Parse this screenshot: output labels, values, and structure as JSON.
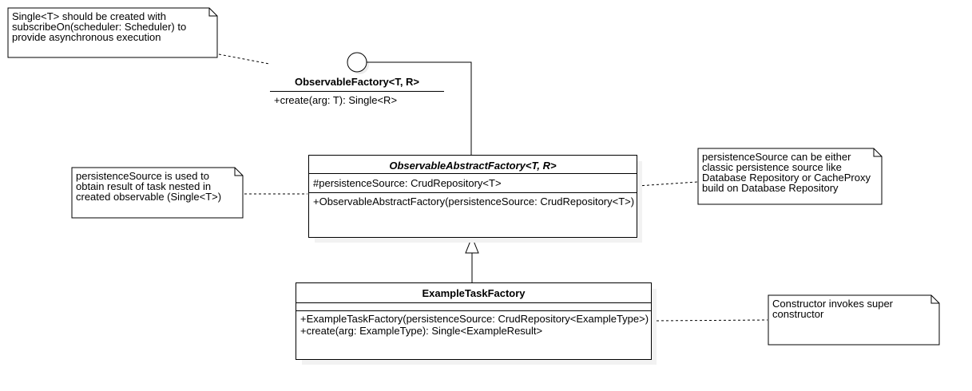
{
  "notes": {
    "single_note": "Single<T> should be created with\nsubscribeOn(scheduler: Scheduler) to\nprovide asynchronous execution",
    "persistence_used_note": "persistenceSource is used to\nobtain result of task nested in\ncreated observable (Single<T>)",
    "persistence_either_note": "persistenceSource can be either\nclassic persistence source like\nDatabase Repository or CacheProxy\nbuild on Database Repository",
    "constructor_note": "Constructor invokes super\nconstructor"
  },
  "interface": {
    "name": "ObservableFactory<T, R>",
    "operation": "+create(arg: T): Single<R>"
  },
  "abstract_class": {
    "name": "ObservableAbstractFactory<T, R>",
    "attribute": "#persistenceSource: CrudRepository<T>",
    "operation": "+ObservableAbstractFactory(persistenceSource: CrudRepository<T>)"
  },
  "example_class": {
    "name": "ExampleTaskFactory",
    "operations": [
      "+ExampleTaskFactory(persistenceSource: CrudRepository<ExampleType>)",
      "+create(arg: ExampleType): Single<ExampleResult>"
    ]
  }
}
